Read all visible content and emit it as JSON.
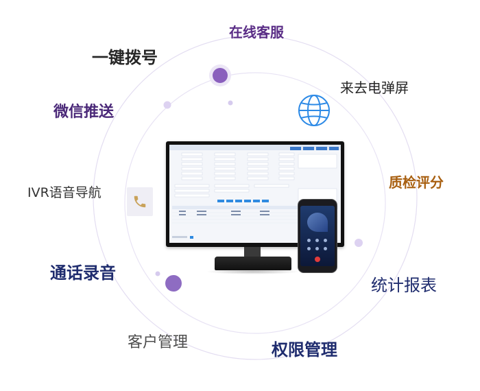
{
  "features": {
    "online_service": "在线客服",
    "one_key_dial": "一键拨号",
    "screen_popup": "来去电弹屏",
    "wechat_push": "微信推送",
    "quality_score": "质检评分",
    "ivr_navigation": "IVR语音导航",
    "call_recording": "通话录音",
    "statistics_report": "统计报表",
    "customer_management": "客户管理",
    "permission_management": "权限管理"
  },
  "colors": {
    "purple": "#5a2d86",
    "navy": "#1f2c6e",
    "dark": "#262626",
    "orange": "#a85f10",
    "gray": "#4d4d4d",
    "ring": "#ddd6ee",
    "dot": "#d6cbee",
    "dot_strong": "#8a5fbd",
    "globe": "#2d8ae6"
  },
  "icons": {
    "online": "purple-dot-icon",
    "globe": "globe-icon",
    "phone": "phone-icon"
  }
}
